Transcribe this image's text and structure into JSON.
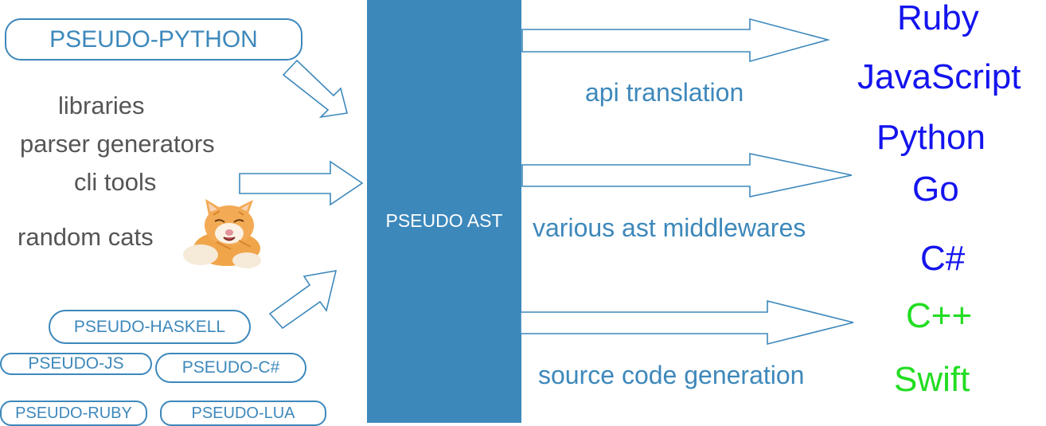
{
  "inputs": {
    "main": "PSEUDO-PYTHON",
    "others": [
      "PSEUDO-HASKELL",
      "PSEUDO-JS",
      "PSEUDO-C#",
      "PSEUDO-RUBY",
      "PSEUDO-LUA"
    ]
  },
  "uses": [
    "libraries",
    "parser generators",
    "cli tools",
    "random cats"
  ],
  "core": {
    "label": "PSEUDO AST",
    "color": "#3d88bb"
  },
  "steps": [
    "api translation",
    "various  ast middlewares",
    "source code generation"
  ],
  "targets": [
    {
      "name": "Ruby",
      "color": "#1414ee"
    },
    {
      "name": "JavaScript",
      "color": "#1414ee"
    },
    {
      "name": "Python",
      "color": "#1414ee"
    },
    {
      "name": "Go",
      "color": "#1414ee"
    },
    {
      "name": "C#",
      "color": "#1414ee"
    },
    {
      "name": "C++",
      "color": "#22dd22"
    },
    {
      "name": "Swift",
      "color": "#22dd22"
    }
  ],
  "icons": {
    "cat": "cat-image",
    "arrow": "hollow-arrow-icon"
  }
}
